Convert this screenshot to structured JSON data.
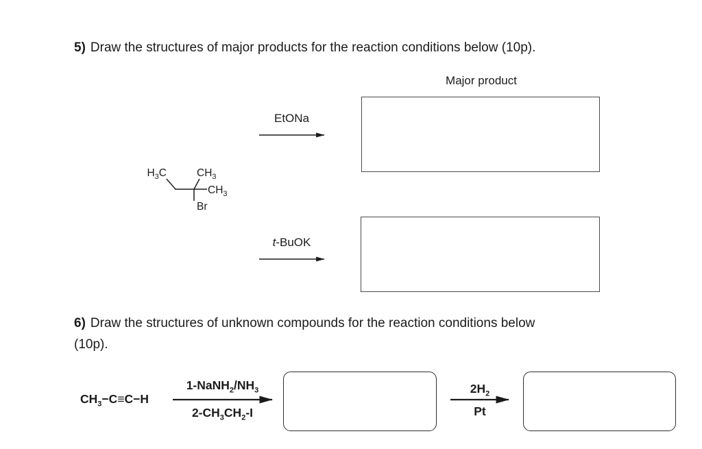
{
  "colors": {
    "background": "#ffffff",
    "ink": "#1b1b1b",
    "square_box_border": "#4a4a4a",
    "rounded_box_border": "#2e2e2e"
  },
  "q5": {
    "number": "5)",
    "title": "Draw the structures of major products for the reaction conditions below (10p).",
    "major_product_label": "Major product",
    "reagent_arrow1": "EtONa",
    "reagent_arrow2_italic": "t",
    "reagent_arrow2_rest": "-BuOK",
    "substrate": {
      "h3c": {
        "p0": "H",
        "sub0": "3",
        "p1": "C"
      },
      "ch3_top": {
        "p0": "CH",
        "sub0": "3"
      },
      "ch3_right": {
        "p0": "CH",
        "sub0": "3"
      },
      "br": "Br"
    }
  },
  "q6": {
    "number": "6)",
    "title_line1": "Draw the structures of unknown compounds for the reaction conditions below",
    "title_line2": "(10p).",
    "reactant": {
      "p0": "CH",
      "sub0": "3",
      "p1": "−C≡C−H"
    },
    "step1": {
      "top": {
        "p0": "1-NaNH",
        "sub0": "2",
        "p1": "/NH",
        "sub1": "3"
      },
      "bottom": {
        "p0": "2-CH",
        "sub0": "3",
        "p1": "CH",
        "sub1": "2",
        "p2": "-I"
      }
    },
    "step2": {
      "top": {
        "p0": "2H",
        "sub0": "2"
      },
      "bottom": "Pt"
    }
  }
}
